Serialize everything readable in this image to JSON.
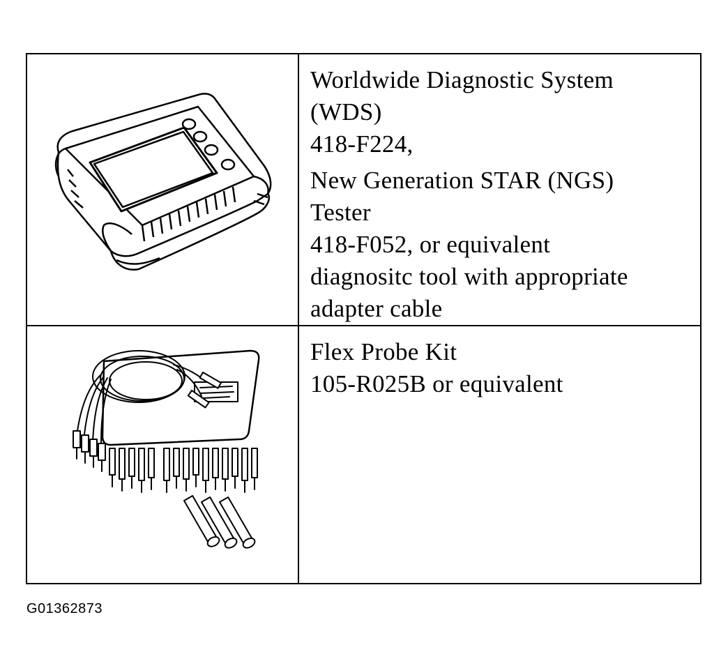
{
  "rows": [
    {
      "illustration": "diagnostic-tester-device",
      "lines": [
        "Worldwide Diagnostic System",
        "(WDS)",
        "418-F224,",
        "New Generation STAR (NGS)",
        "Tester",
        "418-F052, or equivalent",
        "diagnositc tool with appropriate",
        "adapter cable"
      ]
    },
    {
      "illustration": "flex-probe-kit",
      "lines": [
        "Flex Probe Kit",
        "105-R025B or equivalent"
      ]
    }
  ],
  "figure_id": "G01362873"
}
